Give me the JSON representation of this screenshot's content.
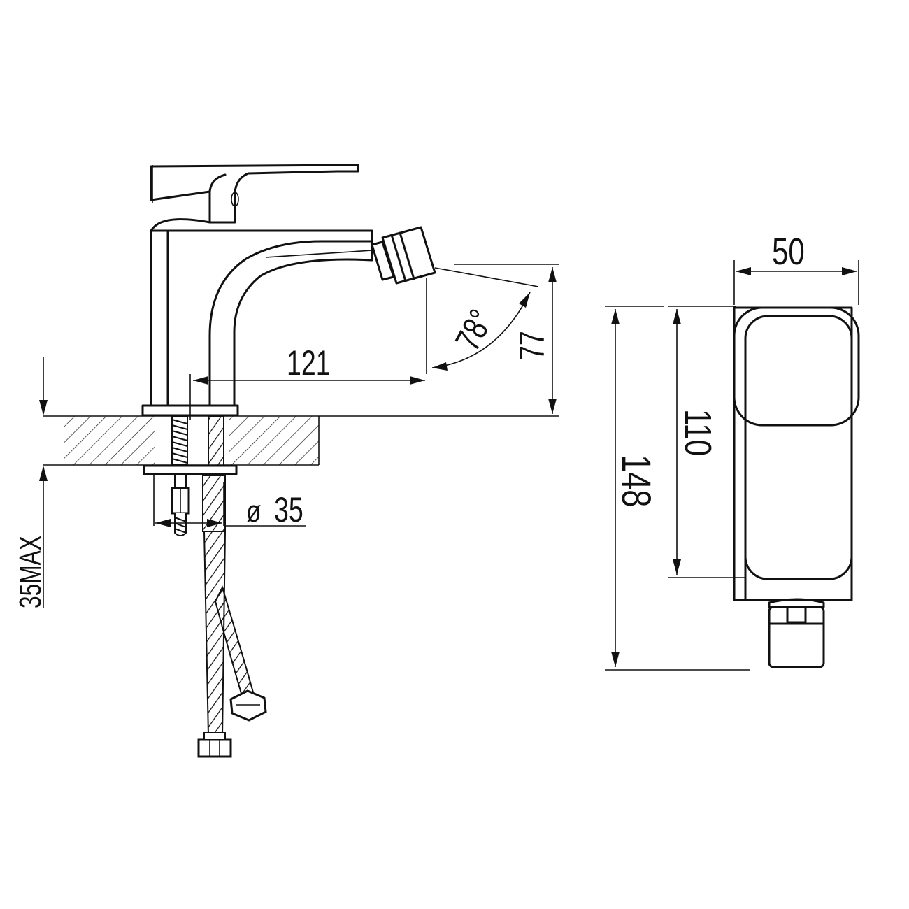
{
  "dimensions": {
    "spout_reach": "121",
    "spout_angle": "78°",
    "spout_height": "77",
    "width": "50",
    "handle_depth": "110",
    "total_depth": "148",
    "hole_diameter_symbol": "ø",
    "hole_diameter": "35",
    "max_thickness": "35MAX"
  }
}
